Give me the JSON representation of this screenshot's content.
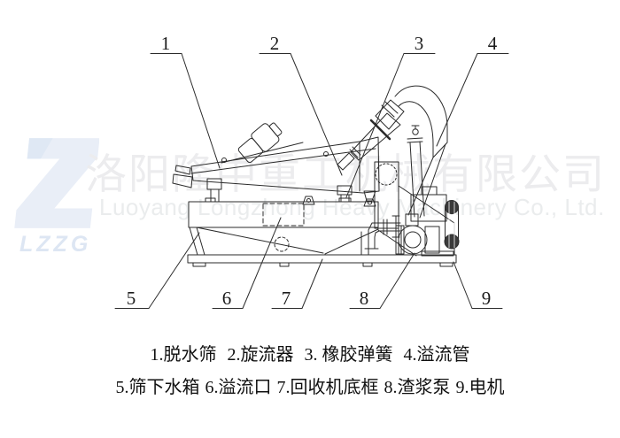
{
  "watermark": {
    "company_cn": "洛阳隆中重工机械有限公司",
    "company_en": "Luoyang Longzhong Heavy Machinery Co., Ltd.",
    "logo_text": "LZZG"
  },
  "diagram": {
    "callouts": [
      {
        "num": "1",
        "part": "脱水筛"
      },
      {
        "num": "2",
        "part": "旋流器"
      },
      {
        "num": "3",
        "part": "橡胶弹簧"
      },
      {
        "num": "4",
        "part": "溢流管"
      },
      {
        "num": "5",
        "part": "筛下水箱"
      },
      {
        "num": "6",
        "part": "溢流口"
      },
      {
        "num": "7",
        "part": "回收机底框"
      },
      {
        "num": "8",
        "part": "渣浆泵"
      },
      {
        "num": "9",
        "part": "电机"
      }
    ]
  },
  "legend": {
    "line1_items": [
      "1.脱水筛",
      "2.旋流器",
      "3. 橡胶弹簧",
      "4.溢流管"
    ],
    "line2_items": [
      "5.筛下水箱",
      "6.溢流口",
      "7.回收机底框",
      "8.渣浆泵",
      "9.电机"
    ]
  },
  "colors": {
    "background": "#ffffff",
    "drawing_line": "#2b2b2b",
    "watermark_text": "#ececee",
    "watermark_logo": "#e9eef7"
  }
}
